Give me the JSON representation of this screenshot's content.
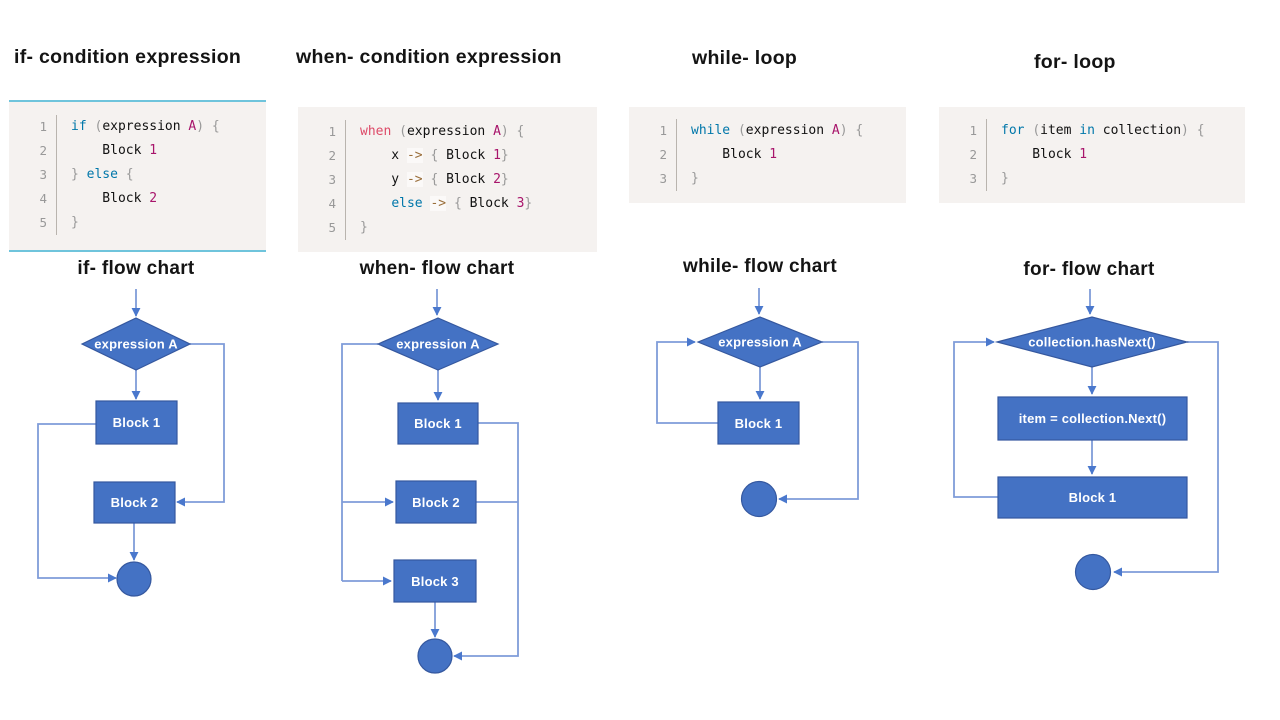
{
  "colors": {
    "shape_fill": "#4472c4",
    "shape_stroke": "#35589f",
    "connector": "#7f9cd9",
    "arrowhead": "#4a78cd",
    "code_background": "#f5f2f0",
    "code_accent_border": "#6fc4dc",
    "keyword": "#0077aa",
    "function": "#dd4a68",
    "number": "#a8156b",
    "punctuation": "#999999",
    "operator": "#9a6e3a"
  },
  "columns": [
    {
      "code_title": "if- condition expression",
      "flow_title": "if- flow chart",
      "code": {
        "numbers": [
          "1",
          "2",
          "3",
          "4",
          "5"
        ],
        "lines": [
          [
            {
              "c": "k",
              "t": "if"
            },
            {
              "c": "t",
              "t": " "
            },
            {
              "c": "u",
              "t": "("
            },
            {
              "c": "t",
              "t": "expression "
            },
            {
              "c": "n",
              "t": "A"
            },
            {
              "c": "u",
              "t": ")"
            },
            {
              "c": "t",
              "t": " "
            },
            {
              "c": "u",
              "t": "{"
            }
          ],
          [
            {
              "c": "t",
              "t": "    Block "
            },
            {
              "c": "n",
              "t": "1"
            }
          ],
          [
            {
              "c": "u",
              "t": "}"
            },
            {
              "c": "t",
              "t": " "
            },
            {
              "c": "k",
              "t": "else"
            },
            {
              "c": "t",
              "t": " "
            },
            {
              "c": "u",
              "t": "{"
            }
          ],
          [
            {
              "c": "t",
              "t": "    Block "
            },
            {
              "c": "n",
              "t": "2"
            }
          ],
          [
            {
              "c": "u",
              "t": "}"
            }
          ]
        ]
      },
      "flow": {
        "decision": "expression A",
        "block1": "Block 1",
        "block2": "Block 2"
      }
    },
    {
      "code_title": "when- condition expression",
      "flow_title": "when- flow chart",
      "code": {
        "numbers": [
          "1",
          "2",
          "3",
          "4",
          "5"
        ],
        "lines": [
          [
            {
              "c": "f",
              "t": "when"
            },
            {
              "c": "t",
              "t": " "
            },
            {
              "c": "u",
              "t": "("
            },
            {
              "c": "t",
              "t": "expression "
            },
            {
              "c": "n",
              "t": "A"
            },
            {
              "c": "u",
              "t": ")"
            },
            {
              "c": "t",
              "t": " "
            },
            {
              "c": "u",
              "t": "{"
            }
          ],
          [
            {
              "c": "t",
              "t": "    x "
            },
            {
              "c": "o",
              "t": "->"
            },
            {
              "c": "t",
              "t": " "
            },
            {
              "c": "u",
              "t": "{"
            },
            {
              "c": "t",
              "t": " Block "
            },
            {
              "c": "n",
              "t": "1"
            },
            {
              "c": "u",
              "t": "}"
            }
          ],
          [
            {
              "c": "t",
              "t": "    y "
            },
            {
              "c": "o",
              "t": "->"
            },
            {
              "c": "t",
              "t": " "
            },
            {
              "c": "u",
              "t": "{"
            },
            {
              "c": "t",
              "t": " Block "
            },
            {
              "c": "n",
              "t": "2"
            },
            {
              "c": "u",
              "t": "}"
            }
          ],
          [
            {
              "c": "t",
              "t": "    "
            },
            {
              "c": "k",
              "t": "else"
            },
            {
              "c": "t",
              "t": " "
            },
            {
              "c": "o",
              "t": "->"
            },
            {
              "c": "t",
              "t": " "
            },
            {
              "c": "u",
              "t": "{"
            },
            {
              "c": "t",
              "t": " Block "
            },
            {
              "c": "n",
              "t": "3"
            },
            {
              "c": "u",
              "t": "}"
            }
          ],
          [
            {
              "c": "u",
              "t": "}"
            }
          ]
        ]
      },
      "flow": {
        "decision": "expression A",
        "block1": "Block 1",
        "block2": "Block 2",
        "block3": "Block 3"
      }
    },
    {
      "code_title": "while- loop",
      "flow_title": "while- flow chart",
      "code": {
        "numbers": [
          "1",
          "2",
          "3"
        ],
        "lines": [
          [
            {
              "c": "k",
              "t": "while"
            },
            {
              "c": "t",
              "t": " "
            },
            {
              "c": "u",
              "t": "("
            },
            {
              "c": "t",
              "t": "expression "
            },
            {
              "c": "n",
              "t": "A"
            },
            {
              "c": "u",
              "t": ")"
            },
            {
              "c": "t",
              "t": " "
            },
            {
              "c": "u",
              "t": "{"
            }
          ],
          [
            {
              "c": "t",
              "t": "    Block "
            },
            {
              "c": "n",
              "t": "1"
            }
          ],
          [
            {
              "c": "u",
              "t": "}"
            }
          ]
        ]
      },
      "flow": {
        "decision": "expression A",
        "block1": "Block 1"
      }
    },
    {
      "code_title": "for- loop",
      "flow_title": "for- flow chart",
      "code": {
        "numbers": [
          "1",
          "2",
          "3"
        ],
        "lines": [
          [
            {
              "c": "k",
              "t": "for"
            },
            {
              "c": "t",
              "t": " "
            },
            {
              "c": "u",
              "t": "("
            },
            {
              "c": "t",
              "t": "item "
            },
            {
              "c": "k",
              "t": "in"
            },
            {
              "c": "t",
              "t": " collection"
            },
            {
              "c": "u",
              "t": ")"
            },
            {
              "c": "t",
              "t": " "
            },
            {
              "c": "u",
              "t": "{"
            }
          ],
          [
            {
              "c": "t",
              "t": "    Block "
            },
            {
              "c": "n",
              "t": "1"
            }
          ],
          [
            {
              "c": "u",
              "t": "}"
            }
          ]
        ]
      },
      "flow": {
        "decision": "collection.hasNext()",
        "item_box": "item = collection.Next()",
        "block1": "Block 1"
      }
    }
  ]
}
